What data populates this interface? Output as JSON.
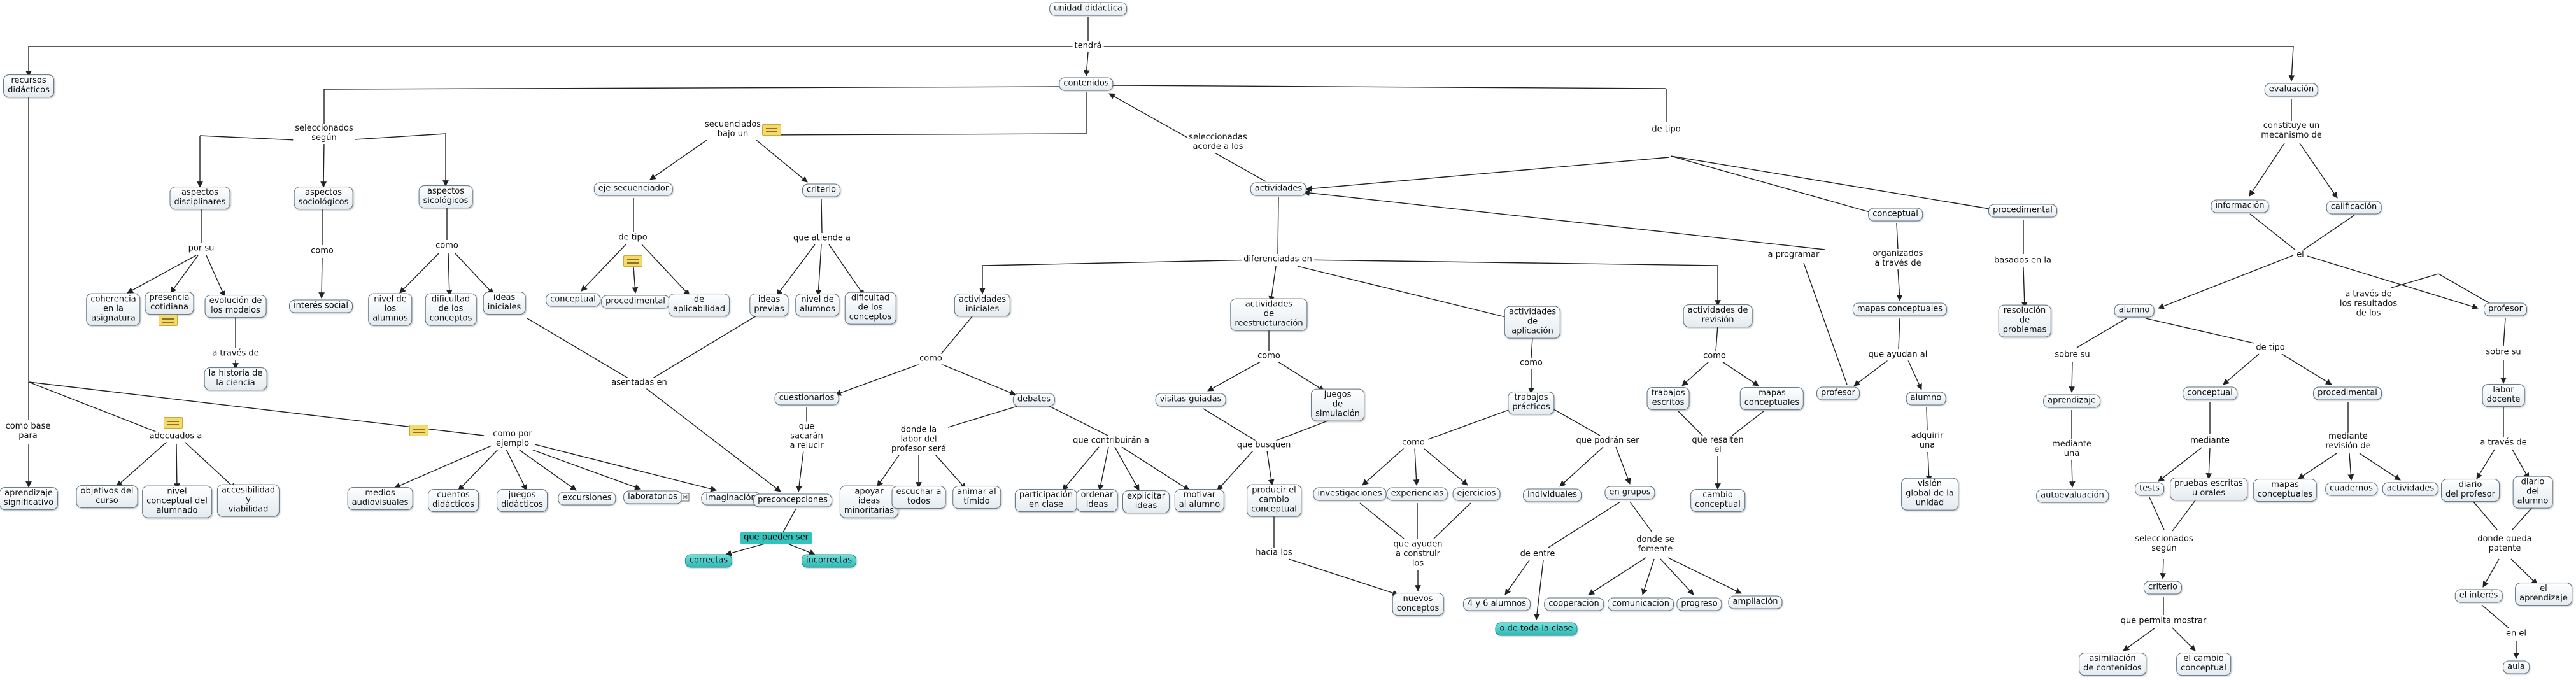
{
  "nodes": {
    "unidad_didactica": "unidad didáctica",
    "recursos_didacticos": "recursos\ndidácticos",
    "contenidos": "contenidos",
    "evaluacion": "evaluación",
    "aspectos_disciplinares": "aspectos\ndisciplinares",
    "aspectos_sociologicos": "aspectos\nsociológicos",
    "aspectos_sicologicos": "aspectos\nsicológicos",
    "eje_secuenciador": "eje secuenciador",
    "criterio_top": "criterio",
    "actividades": "actividades",
    "conceptual_top": "conceptual",
    "procedimental_top": "procedimental",
    "informacion": "información",
    "calificacion": "calificación",
    "coherencia": "coherencia\nen la\nasignatura",
    "presencia": "presencia\ncotidiana",
    "evolucion": "evolución de\nlos modelos",
    "historia": "la historia de\nla ciencia",
    "interes_social": "interés social",
    "nivel_alumnos": "nivel de\nlos\nalumnos",
    "dificultad_conceptos": "dificultad\nde los\nconceptos",
    "ideas_iniciales_a": "ideas\niniciales",
    "eje_conceptual": "conceptual",
    "eje_procedimental": "procedimental",
    "aplicabilidad": "de\naplicabilidad",
    "ideas_previas": "ideas\nprevias",
    "nivel_alumnos2": "nivel de\nalumnos",
    "dificultad_conceptos2": "dificultad\nde los\nconceptos",
    "act_iniciales": "actividades\niniciales",
    "act_reestructuracion": "actividades\nde\nreestructuración",
    "act_aplicacion": "actividades\nde\naplicación",
    "act_revision": "actividades de\nrevisión",
    "mapas_conceptuales_top": "mapas conceptuales",
    "resolucion_problemas": "resolución\nde\nproblemas",
    "alumno_eval": "alumno",
    "profesor_eval": "profesor",
    "aprendizaje_sig": "aprendizaje\nsignificativo",
    "objetivos_curso": "objetivos del\ncurso",
    "nivel_conceptual": "nivel\nconceptual del\nalumnado",
    "accesibilidad": "accesibilidad\ny\nviabilidad",
    "medios_audiovisuales": "medios\naudiovisuales",
    "cuentos": "cuentos\ndidácticos",
    "juegos_didacticos": "juegos\ndidácticos",
    "excursiones": "excursiones",
    "laboratorios": "laboratorios",
    "imaginacion": "imaginación",
    "preconcepciones": "preconcepciones",
    "correctas": "correctas",
    "incorrectas": "incorrectas",
    "cuestionarios": "cuestionarios",
    "debates": "debates",
    "apoyar_ideas": "apoyar\nideas\nminoritarias",
    "escuchar": "escuchar a\ntodos",
    "animar": "animar al\ntímido",
    "participacion": "participación\nen clase",
    "ordenar_ideas": "ordenar\nideas",
    "explicitar_ideas": "explicitar\nideas",
    "motivar": "motivar\nal alumno",
    "visitas_guiadas": "visitas guiadas",
    "juegos_simulacion": "juegos\nde\nsimulación",
    "producir_cambio": "producir el\ncambio\nconceptual",
    "trabajos_practicos": "trabajos\nprácticos",
    "investigaciones": "investigaciones",
    "experiencias": "experiencias",
    "ejercicios": "ejercicios",
    "individuales": "individuales",
    "en_grupos": "en grupos",
    "nuevos_conceptos": "nuevos\nconceptos",
    "cuatro_seis": "4 y 6 alumnos",
    "toda_clase": "o de toda la clase",
    "cooperacion": "cooperación",
    "comunicacion": "comunicación",
    "progreso": "progreso",
    "ampliacion": "ampliación",
    "trabajos_escritos": "trabajos\nescritos",
    "mapas_conceptuales_rev": "mapas\nconceptuales",
    "cambio_conceptual_rev": "cambio\nconceptual",
    "profesor_mapas": "profesor",
    "alumno_mapas": "alumno",
    "vision_global": "visión\nglobal de la\nunidad",
    "aprendizaje_eval": "aprendizaje",
    "autoevaluacion": "autoevaluación",
    "tipo_conceptual": "conceptual",
    "tipo_procedimental": "procedimental",
    "labor_docente": "labor\ndocente",
    "tests": "tests",
    "pruebas_escritas": "pruebas escritas\nu orales",
    "criterio_eval": "criterio",
    "asimilacion": "asimilación\nde contenidos",
    "cambio_conceptual_eval": "el cambio\nconceptual",
    "mapas_conceptuales_eval": "mapas\nconceptuales",
    "cuadernos": "cuadernos",
    "actividades_eval": "actividades",
    "diario_profesor": "diario\ndel profesor",
    "diario_alumno": "diario\ndel\nalumno",
    "el_interes": "el interés",
    "el_aprendizaje": "el aprendizaje",
    "aula": "aula"
  },
  "labels": {
    "tendra": "tendrá",
    "seleccionados_segun": "seleccionados\nsegún",
    "secuenciados_bajo_un": "secuenciados\nbajo un",
    "seleccionadas_acorde": "seleccionadas\nacorde a los",
    "de_tipo_top": "de tipo",
    "constituye": "constituye un\nmecanismo de",
    "por_su": "por su",
    "como_sociologicos": "como",
    "como_sicologicos": "como",
    "de_tipo_eje": "de tipo",
    "que_atiende": "que atiende a",
    "diferenciadas_en": "diferenciadas en",
    "a_programar": "a programar",
    "organizados": "organizados\na través de",
    "basados": "basados en la",
    "el_eval": "el",
    "a_traves_de_historia": "a través de",
    "como_base": "como base\npara",
    "adecuados_a": "adecuados a",
    "como_por_ejemplo": "como por\nejemplo",
    "asentadas_en": "asentadas en",
    "que_pueden_ser": "que pueden ser",
    "como_iniciales": "como",
    "que_sacaran": "que\nsacarán\na relucir",
    "donde_labor": "donde la\nlabor del\nprofesor será",
    "que_contribuiran": "que contribuirán a",
    "como_reestructuracion": "como",
    "que_busquen": "que busquen",
    "hacia_los": "hacia los",
    "como_aplicacion": "como",
    "como_trabajos": "como",
    "que_podran_ser": "que podrán ser",
    "que_ayuden": "que ayuden\na construir\nlos",
    "de_entre": "de entre",
    "donde_se_fomente": "donde se\nfomente",
    "como_revision": "como",
    "que_resalten": "que resalten\nel",
    "que_ayudan_al": "que ayudan al",
    "adquirir_una": "adquirir\nuna",
    "a_traves_resultados": "a través de\nlos resultados\nde los",
    "sobre_su_alumno": "sobre su",
    "de_tipo_eval": "de tipo",
    "sobre_su_profesor": "sobre su",
    "mediante_una": "mediante\nuna",
    "mediante_conceptual": "mediante",
    "mediante_revision": "mediante\nrevisión de",
    "a_traves_de_labor": "a través de",
    "seleccionados_segun_eval": "seleccionados\nsegún",
    "que_permita_mostrar": "que permita mostrar",
    "donde_quede_patente": "donde queda\npatente",
    "en_el": "en el"
  }
}
